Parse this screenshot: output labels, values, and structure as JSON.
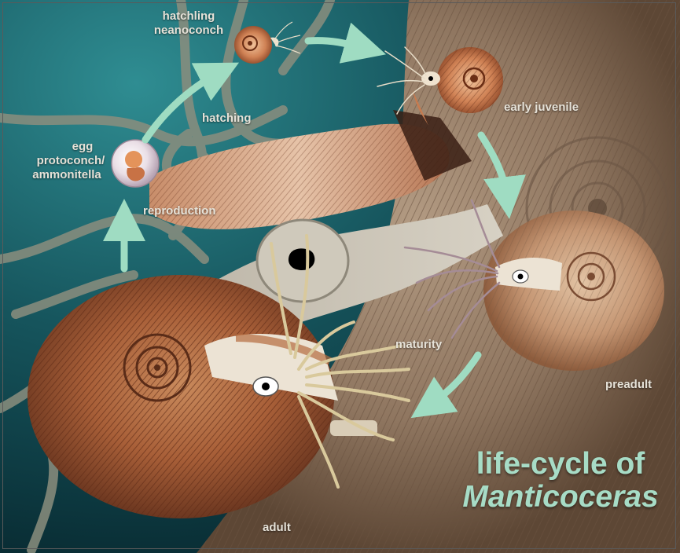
{
  "stages": {
    "hatchling": "hatchling",
    "neanoconch": "neanoconch",
    "hatching": "hatching",
    "early_juvenile": "early juvenile",
    "egg": "egg",
    "protoconch": "protoconch/",
    "ammonitella": "ammonitella",
    "reproduction": "reproduction",
    "maturity": "maturity",
    "preadult": "preadult",
    "adult": "adult"
  },
  "title": {
    "line1": "life-cycle of",
    "line2": "Manticoceras"
  },
  "colors": {
    "background_teal": "#1e6b73",
    "arrow_mint": "#9fdcc2",
    "shell_brown": "#8a4a2c",
    "label_text": "#e6e2d8",
    "title_text": "#a7dcc6"
  }
}
